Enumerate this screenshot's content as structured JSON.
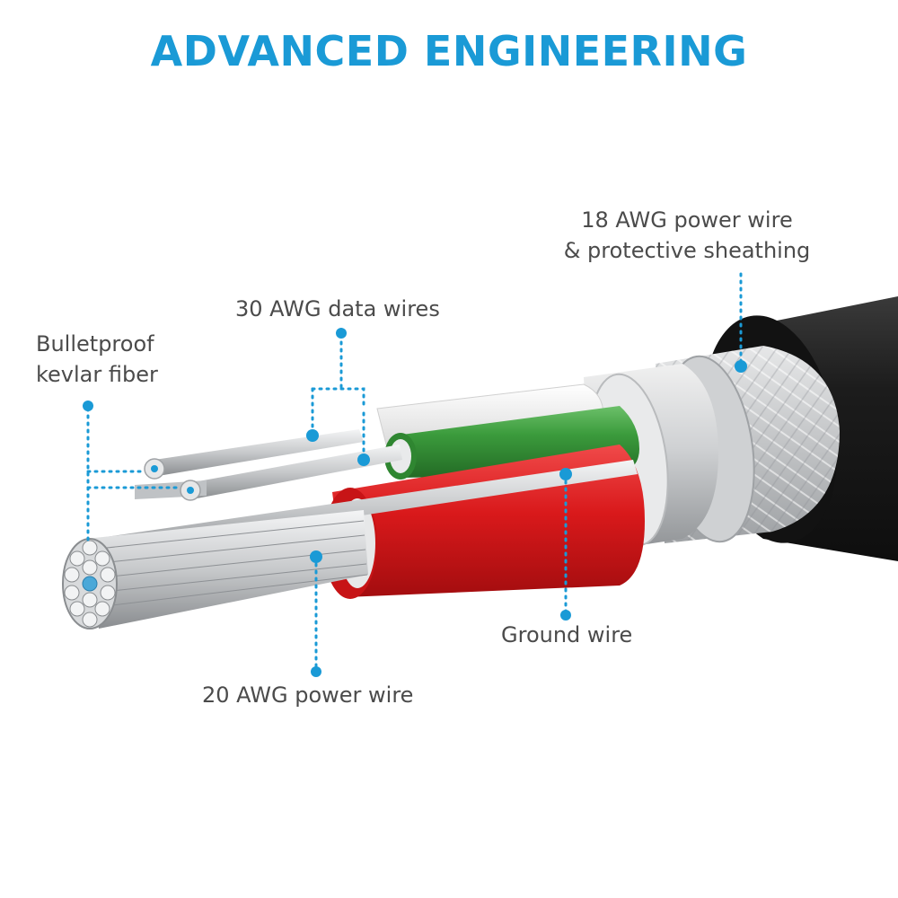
{
  "title": "ADVANCED ENGINEERING",
  "colors": {
    "accent": "#1a9ad6",
    "label_text": "#4b4b4b",
    "outer_jacket": "#1f1f1f",
    "braid": "#d2d4d6",
    "foil": "#c9cbcd",
    "green_wire": "#3b9b3c",
    "red_wire": "#d9191b",
    "metal": "#c7c9cb"
  },
  "labels": {
    "power18": {
      "line1": "18 AWG power wire",
      "line2": "& protective sheathing"
    },
    "data30": {
      "line1": "30 AWG data wires"
    },
    "kevlar": {
      "line1": "Bulletproof",
      "line2": "kevlar fiber"
    },
    "ground": {
      "line1": "Ground wire"
    },
    "power20": {
      "line1": "20 AWG power wire"
    }
  },
  "icons": [
    "callout-dot-icon"
  ]
}
